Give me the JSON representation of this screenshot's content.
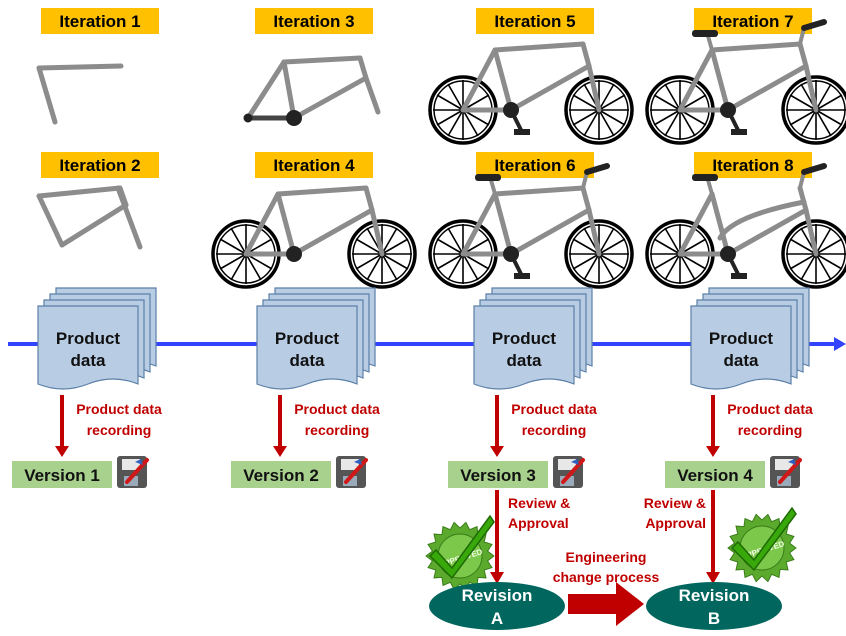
{
  "iterations": [
    {
      "label": "Iteration 1",
      "stage": "top-tube-and-seat-tube"
    },
    {
      "label": "Iteration 2",
      "stage": "main-triangle"
    },
    {
      "label": "Iteration 3",
      "stage": "full-frame"
    },
    {
      "label": "Iteration 4",
      "stage": "frame-with-wheels"
    },
    {
      "label": "Iteration 5",
      "stage": "with-pedals"
    },
    {
      "label": "Iteration 6",
      "stage": "with-handlebar-and-seat"
    },
    {
      "label": "Iteration 7",
      "stage": "complete-bike"
    },
    {
      "label": "Iteration 8",
      "stage": "step-through-bike"
    }
  ],
  "product_docs": [
    {
      "line1": "Product",
      "line2": "data"
    },
    {
      "line1": "Product",
      "line2": "data"
    },
    {
      "line1": "Product",
      "line2": "data"
    },
    {
      "line1": "Product",
      "line2": "data"
    }
  ],
  "recording": {
    "line1": "Product data",
    "line2": "recording"
  },
  "versions": [
    "Version 1",
    "Version 2",
    "Version 3",
    "Version 4"
  ],
  "review": {
    "line1": "Review &",
    "line2": "Approval"
  },
  "ecp": {
    "line1": "Engineering",
    "line2": "change process"
  },
  "revisions": [
    {
      "line1": "Revision",
      "line2": "A"
    },
    {
      "line1": "Revision",
      "line2": "B"
    }
  ],
  "seal_text": "APPROVED",
  "colors": {
    "iteration_bg": "#FFC000",
    "doc_fill": "#B8CCE4",
    "doc_stroke": "#5B7FA8",
    "timeline": "#3344FF",
    "arrow_red": "#C00000",
    "version_bg": "#A9D18E",
    "revision_fill": "#00665E",
    "bike_gray": "#8C8C8C",
    "seal_green": "#5BAA2E"
  }
}
